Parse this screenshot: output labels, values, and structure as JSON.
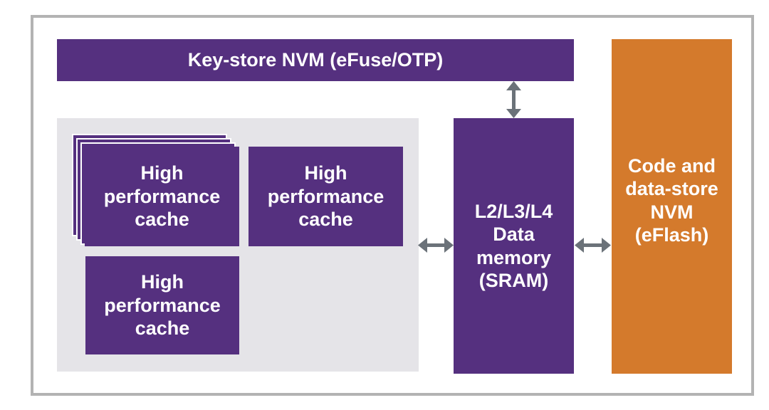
{
  "keystore": {
    "label": "Key-store NVM (eFuse/OTP)"
  },
  "caches": [
    {
      "label": "High\nperformance\ncache"
    },
    {
      "label": "High\nperformance\ncache"
    },
    {
      "label": "High\nperformance\ncache"
    }
  ],
  "sram": {
    "label": "L2/L3/L4\nData\nmemory\n(SRAM)"
  },
  "eflash": {
    "label": "Code and\ndata-store\nNVM\n(eFlash)"
  },
  "colors": {
    "purple": "#55307f",
    "orange": "#d47a2c",
    "gray_panel": "#e5e4e8",
    "arrow": "#6b7279",
    "border": "#b3b3b3"
  }
}
